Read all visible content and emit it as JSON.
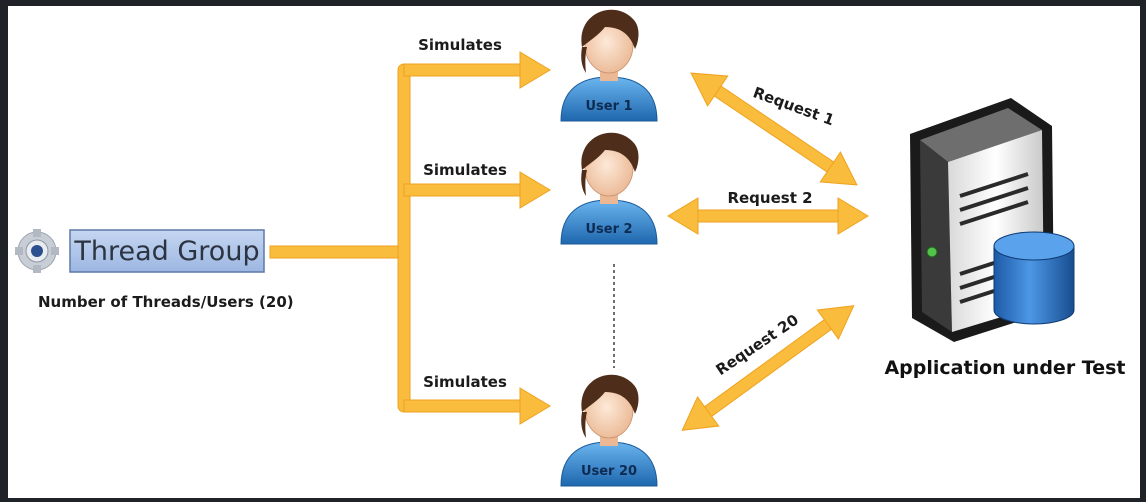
{
  "thread_group": {
    "label": "Thread Group",
    "caption": "Number of Threads/Users (20)"
  },
  "simulates_label": "Simulates",
  "users": [
    {
      "label": "User 1"
    },
    {
      "label": "User 2"
    },
    {
      "label": "User 20"
    }
  ],
  "requests": [
    {
      "label": "Request 1"
    },
    {
      "label": "Request 2"
    },
    {
      "label": "Request 20"
    }
  ],
  "server": {
    "caption": "Application under Test"
  },
  "colors": {
    "arrow": "#f9bc3c",
    "arrow_stroke": "#efa21f",
    "thread_group_fill": "#aec6ea",
    "thread_group_border": "#5d79a8",
    "user_shirt": "#3c8fd6",
    "user_hair": "#4e2d1a",
    "user_skin": "#f6d2b4",
    "db": "#2e78cf",
    "server_body": "#f1f1f1",
    "page_background": "#1f2226"
  }
}
